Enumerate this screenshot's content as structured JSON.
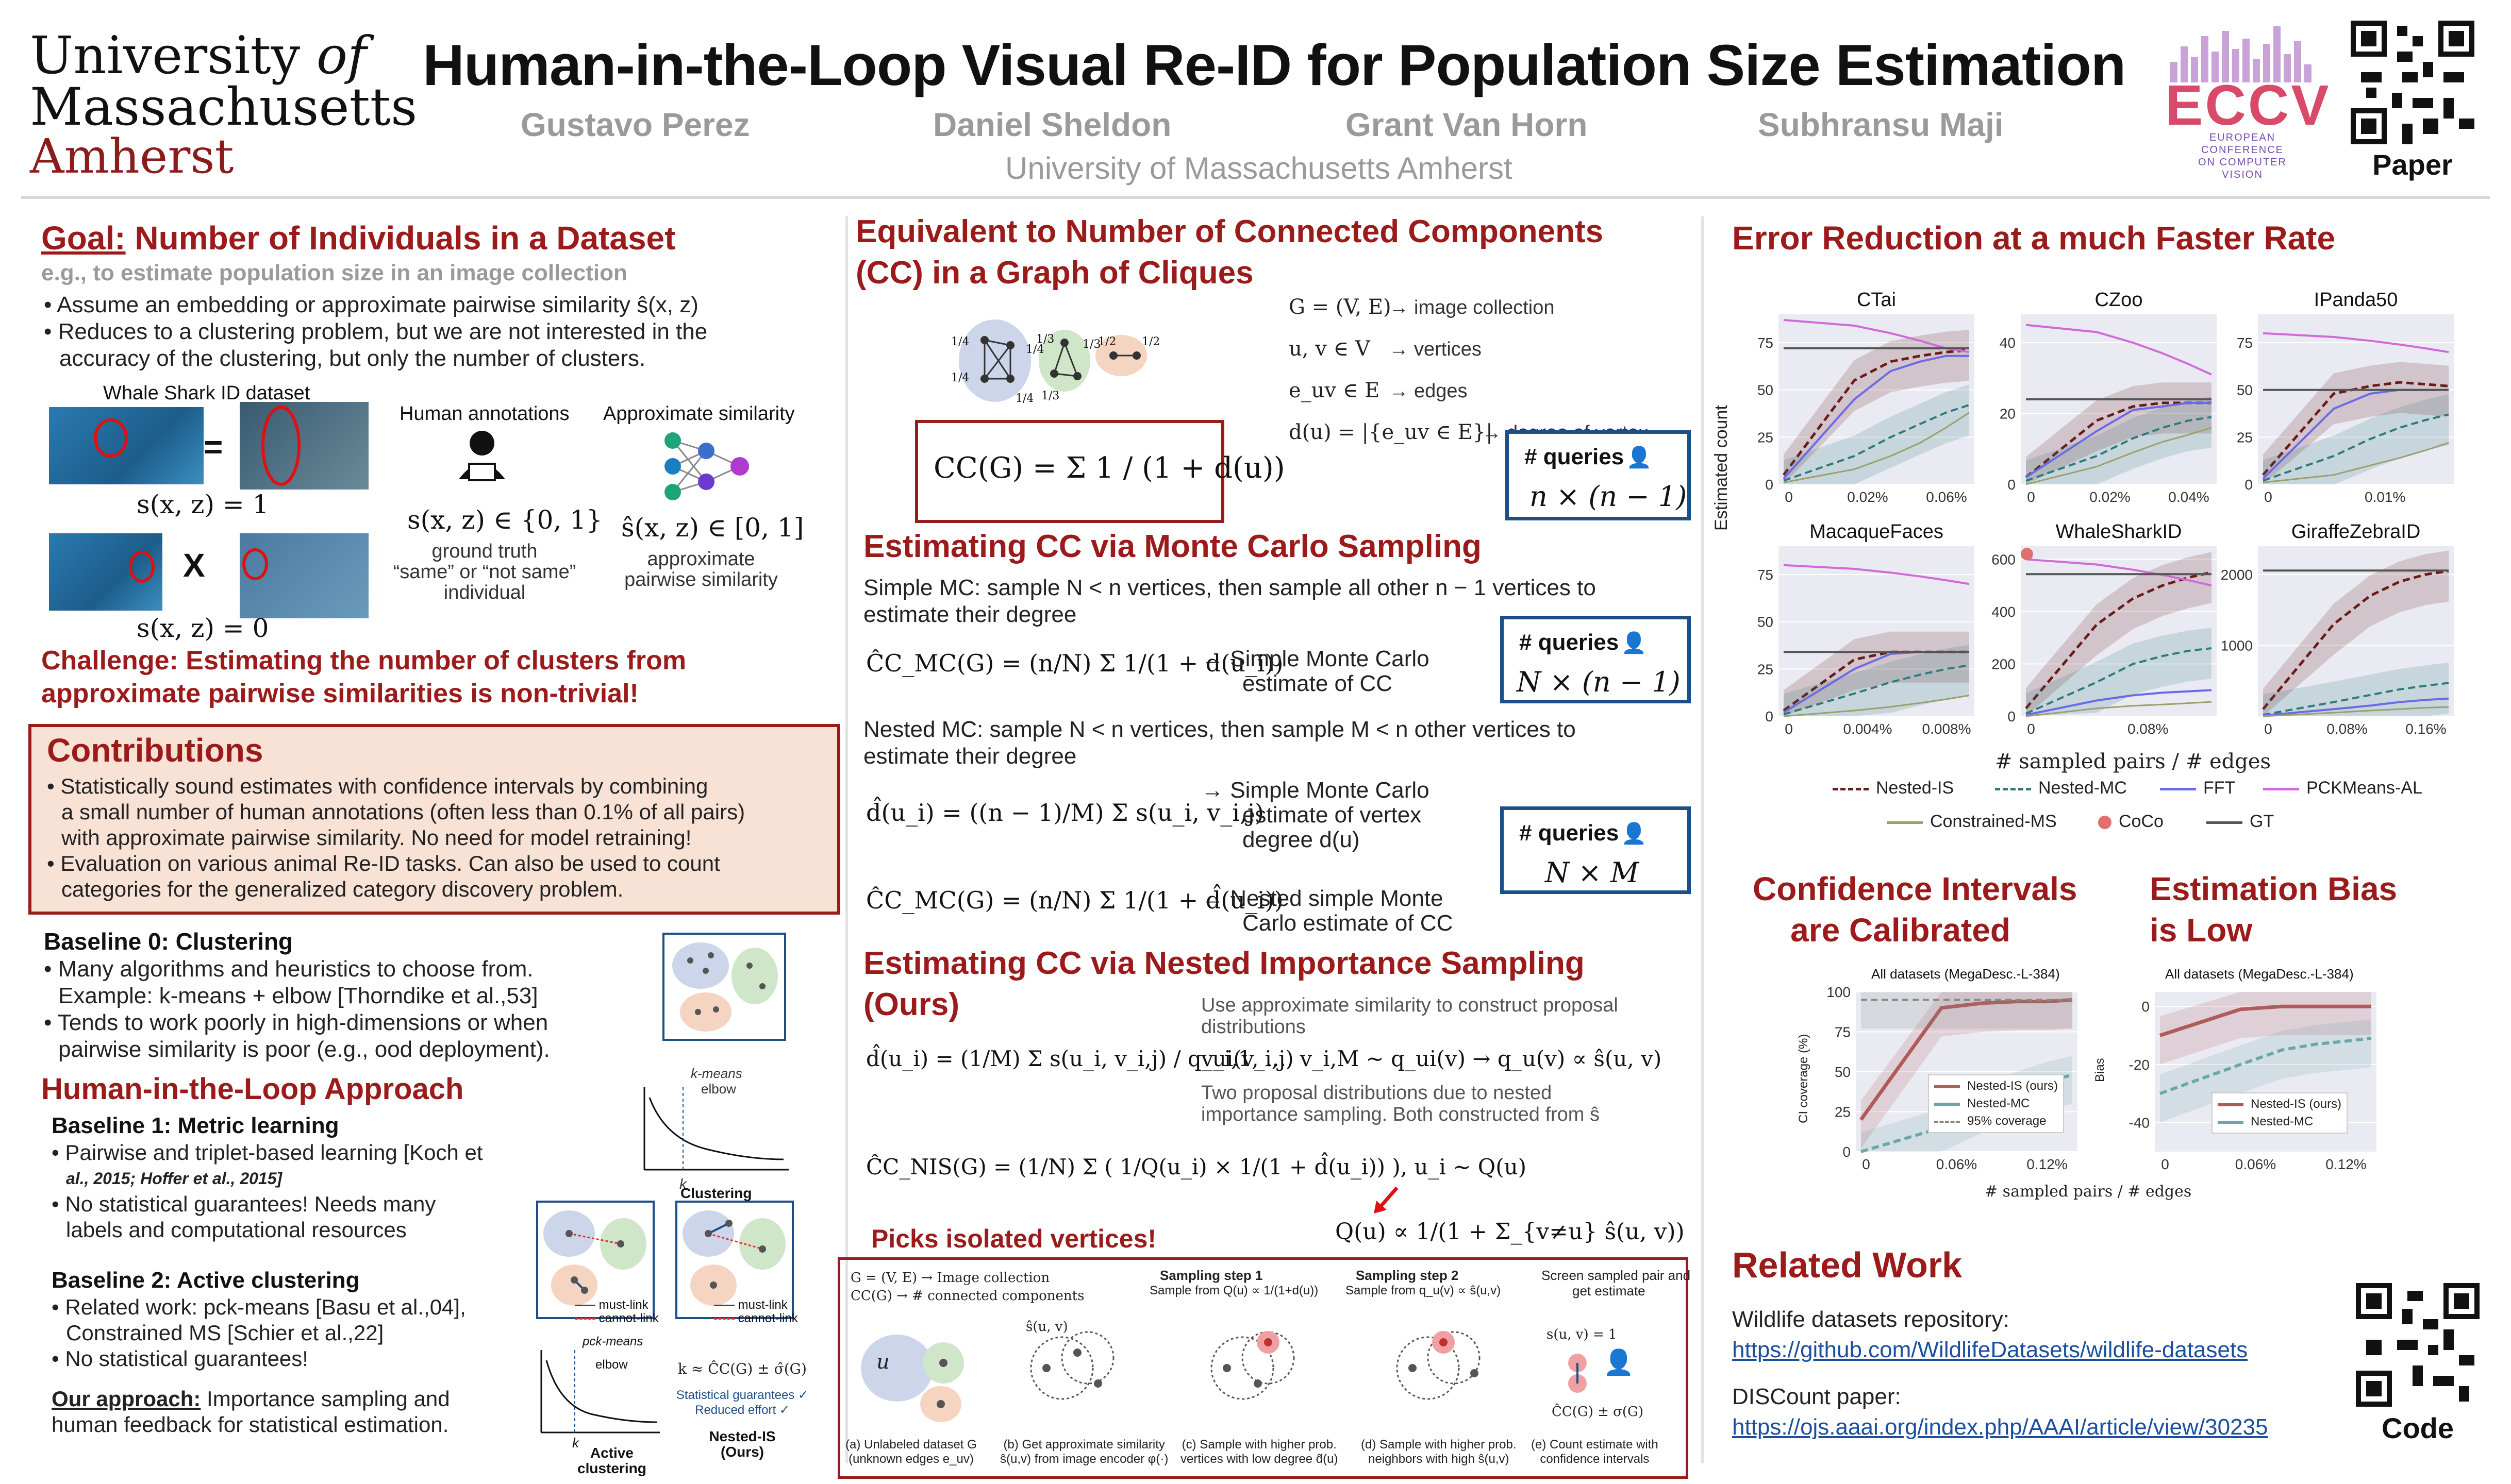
{
  "header": {
    "title": "Human-in-the-Loop Visual Re-ID for Population Size Estimation",
    "authors": [
      "Gustavo Perez",
      "Daniel Sheldon",
      "Grant Van Horn",
      "Subhransu Maji"
    ],
    "affiliation": "University of Massachusetts Amherst",
    "logo_line1": "University",
    "logo_of": "of",
    "logo_line2": "Massachusetts",
    "logo_line3": "Amherst",
    "eccv_title": "ECCV",
    "eccv_sub": [
      "EUROPEAN",
      "CONFERENCE",
      "ON COMPUTER",
      "VISION"
    ],
    "paper_label": "Paper"
  },
  "left": {
    "goal_heading_a": "Goal:",
    "goal_heading_b": " Number of Individuals in a Dataset",
    "goal_sub": "e.g., to estimate population size in an image collection",
    "goal_bullets": [
      "• Assume an embedding or approximate pairwise similarity ŝ(x, z)",
      "• Reduces to a clustering problem, but we are not interested in the",
      "accuracy of the clustering, but only the number of clusters."
    ],
    "whale_label": "Whale Shark ID dataset",
    "eq_same": "s(x, z) = 1",
    "eq_diff": "s(x, z) = 0",
    "human_annot": "Human annotations",
    "approx_sim": "Approximate similarity",
    "human_eq": "s(x, z) ∈ {0, 1}",
    "human_caption": [
      "ground truth",
      "“same” or “not same”",
      "individual"
    ],
    "approx_eq": "ŝ(x, z) ∈ [0, 1]",
    "approx_caption": [
      "approximate",
      "pairwise similarity"
    ],
    "challenge": [
      "Challenge: Estimating the number of clusters from",
      "approximate pairwise similarities is non-trivial!"
    ],
    "contrib_title": "Contributions",
    "contrib_lines": [
      "• Statistically sound estimates with confidence intervals by combining",
      "a small number of human annotations (often less than 0.1% of all pairs)",
      "with approximate pairwise similarity. No need for model retraining!",
      "• Evaluation on various animal Re-ID tasks. Can also be used to count",
      "categories for the generalized category discovery problem."
    ],
    "baseline0_title": "Baseline 0: Clustering",
    "baseline0_lines": [
      "• Many algorithms and heuristics to choose from.",
      "Example: k-means + elbow [Thorndike et al.,53]",
      "• Tends to work poorly in high-dimensions or when",
      "pairwise similarity is poor (e.g., ood deployment)."
    ],
    "hitl_title": "Human-in-the-Loop Approach",
    "baseline1_title": "Baseline 1: Metric learning",
    "baseline1_lines": [
      "• Pairwise and triplet-based learning [Koch et",
      "al., 2015; Hoffer et al., 2015]",
      "• No statistical guarantees! Needs many",
      "labels and computational resources"
    ],
    "baseline2_title": "Baseline 2: Active clustering",
    "baseline2_lines": [
      "• Related work: pck-means [Basu et al.,04],",
      "Constrained MS [Schier et al.,22]",
      "• No statistical guarantees!"
    ],
    "approach_a": "Our approach:",
    "approach_b": " Importance sampling and",
    "approach_c": "human feedback for statistical estimation.",
    "fig_kmeans": "k-means",
    "fig_elbow": "elbow",
    "fig_k": "k",
    "fig_clustering": "Clustering",
    "fig_mustlink": "must-link",
    "fig_cannotlink": "cannot-link",
    "fig_pckmeans": "pck-means",
    "fig_active": [
      "Active",
      "clustering"
    ],
    "fig_nested": [
      "Nested-IS",
      "(Ours)"
    ],
    "fig_estimate": "k ≈ ĈC(G) ± σ̂(G)",
    "fig_guar": "Statistical guarantees ✓",
    "fig_effort": "Reduced effort ✓"
  },
  "middle": {
    "cc_title": [
      "Equivalent to Number of Connected Components",
      "(CC) in a Graph of Cliques"
    ],
    "defs": [
      {
        "sym": "G = (V, E)",
        "desc": "→ image collection"
      },
      {
        "sym": "u, v ∈ V",
        "desc": "→ vertices"
      },
      {
        "sym": "e_uv ∈ E",
        "desc": "→ edges"
      },
      {
        "sym": "d(u) = |{e_uv ∈ E}|",
        "desc": "→ degree of vertex"
      }
    ],
    "cc_eq": "CC(G) = Σ 1 / (1 + d(u))",
    "queries_label": "# queries",
    "queries1": "n × (n − 1)",
    "mc_title": "Estimating CC via Monte Carlo Sampling",
    "simple_mc": [
      "Simple MC: sample N < n vertices, then sample all other n − 1 vertices to",
      "estimate their degree"
    ],
    "simple_mc_eq": "ĈC_MC(G) = (n/N) Σ 1/(1 + d(u_i))",
    "simple_mc_desc": [
      "→  Simple Monte Carlo",
      "estimate of CC"
    ],
    "queries2": "N × (n − 1)",
    "nested_mc": [
      "Nested MC: sample N < n vertices, then sample M < n other vertices to",
      "estimate their degree"
    ],
    "nested_deg_eq": "d̂(u_i) = ((n − 1)/M) Σ s(u_i, v_i,j)",
    "nested_deg_desc": [
      "→  Simple Monte Carlo",
      "estimate of vertex",
      "degree  d(u)"
    ],
    "queries3": "N × M",
    "nested_mc_eq": "ĈC_MC(G) = (n/N) Σ 1/(1 + d̂(u_i))",
    "nested_mc_desc": [
      "→  Nested simple Monte",
      "Carlo estimate of CC"
    ],
    "nis_title": [
      "Estimating CC via Nested Importance Sampling",
      "(Ours)"
    ],
    "nis_note1": [
      "Use approximate similarity to construct proposal",
      "distributions"
    ],
    "nis_note2": [
      "Two proposal distributions due to nested",
      "importance sampling. Both constructed from ŝ"
    ],
    "nis_deg_eq": "d̂(u_i) = (1/M) Σ s(u_i, v_i,j) / q_ui(v_i,j)",
    "nis_samp_eq": "v_i,1, ..., v_i,M ~ q_ui(v) → q_u(v) ∝ ŝ(u, v)",
    "nis_cc_eq": "ĈC_NIS(G) = (1/N) Σ ( 1/Q(u_i) × 1/(1 + d̂(u_i)) ),  u_i ~ Q(u)",
    "nis_q_eq": "Q(u) ∝ 1/(1 + Σ_{v≠u} ŝ(u, v))",
    "picks": "Picks isolated vertices!",
    "diag_defs": [
      "G = (V, E) → Image collection",
      "CC(G) → # connected components"
    ],
    "diag_steps": [
      {
        "title": "Sampling step 1",
        "sub": "Sample from Q(u) ∝ 1/(1+d(u))"
      },
      {
        "title": "Sampling step 2",
        "sub": "Sample from q_u(v) ∝ ŝ(u,v)"
      },
      {
        "title": "Screen sampled pair and",
        "sub": "get estimate"
      }
    ],
    "diag_caps": [
      [
        "(a) Unlabeled dataset G",
        "(unknown edges e_uv)"
      ],
      [
        "(b) Get approximate similarity",
        "ŝ(u,v) from image encoder φ(·)"
      ],
      [
        "(c) Sample with higher prob.",
        "vertices with low degree d̂(u)"
      ],
      [
        "(d) Sample with higher prob.",
        "neighbors with high ŝ(u,v)"
      ],
      [
        "(e) Count estimate with",
        "confidence intervals"
      ]
    ],
    "diag_u": "u",
    "diag_suv": "ŝ(u, v)",
    "diag_s1": "s(u, v) = 1",
    "diag_est": "ĈC(G) ± σ(G)"
  },
  "right": {
    "err_title": "Error Reduction at a much Faster Rate",
    "ylabel": "Estimated count",
    "xlabel": "# sampled pairs / # edges",
    "legend": [
      "Nested-IS",
      "Nested-MC",
      "FFT",
      "PCKMeans-AL",
      "Constrained-MS",
      "CoCo",
      "GT"
    ],
    "ci_title": [
      "Confidence Intervals",
      "are Calibrated"
    ],
    "bias_title": [
      "Estimation Bias",
      "is Low"
    ],
    "all_datasets": "All datasets (MegaDesc.-L-384)",
    "ci_ylabel": "CI coverage (%)",
    "bias_ylabel": "Bias",
    "small_xlabel": "# sampled pairs / # edges",
    "ci_legend": [
      "Nested-IS (ours)",
      "Nested-MC",
      "95% coverage"
    ],
    "bias_legend": [
      "Nested-IS (ours)",
      "Nested-MC"
    ],
    "related_title": "Related Work",
    "related_1": "Wildlife datasets repository:",
    "related_1_link": "https://github.com/WildlifeDatasets/wildlife-datasets",
    "related_2": "DISCount paper:",
    "related_2_link": "https://ojs.aaai.org/index.php/AAAI/article/view/30235",
    "code_label": "Code"
  },
  "chart_data": [
    {
      "type": "line",
      "title": "CTai",
      "ylabel": "Estimated count",
      "xlabel": "# sampled pairs / # edges",
      "x_ticks": [
        "0",
        "0.02%",
        "0.06%"
      ],
      "y_ticks": [
        0,
        25,
        50,
        75
      ],
      "ylim": [
        0,
        90
      ],
      "series": [
        {
          "name": "Nested-IS",
          "values": [
            5,
            55,
            65,
            68,
            70,
            71
          ]
        },
        {
          "name": "Nested-MC",
          "values": [
            2,
            15,
            25,
            32,
            38,
            42
          ]
        },
        {
          "name": "FFT",
          "values": [
            3,
            45,
            60,
            65,
            68,
            68
          ]
        },
        {
          "name": "PCKMeans-AL",
          "values": [
            87,
            84,
            80,
            76,
            72,
            70
          ]
        },
        {
          "name": "Constrained-MS",
          "values": [
            1,
            8,
            15,
            22,
            30,
            38
          ]
        },
        {
          "name": "GT",
          "values": [
            72,
            72,
            72,
            72,
            72,
            72
          ]
        }
      ]
    },
    {
      "type": "line",
      "title": "CZoo",
      "x_ticks": [
        "0",
        "0.02%",
        "0.04%"
      ],
      "y_ticks": [
        0,
        20,
        40
      ],
      "ylim": [
        0,
        48
      ],
      "series": [
        {
          "name": "Nested-IS",
          "values": [
            2,
            18,
            22,
            23,
            23,
            23
          ]
        },
        {
          "name": "Nested-MC",
          "values": [
            1,
            8,
            13,
            16,
            18,
            19
          ]
        },
        {
          "name": "FFT",
          "values": [
            2,
            15,
            21,
            22,
            23,
            23
          ]
        },
        {
          "name": "PCKMeans-AL",
          "values": [
            45,
            43,
            40,
            37,
            34,
            31
          ]
        },
        {
          "name": "Constrained-MS",
          "values": [
            0,
            5,
            9,
            12,
            14,
            16
          ]
        },
        {
          "name": "GT",
          "values": [
            24,
            24,
            24,
            24,
            24,
            24
          ]
        }
      ]
    },
    {
      "type": "line",
      "title": "IPanda50",
      "x_ticks": [
        "0",
        "0.01%"
      ],
      "y_ticks": [
        0,
        25,
        50,
        75
      ],
      "ylim": [
        0,
        90
      ],
      "series": [
        {
          "name": "Nested-IS",
          "values": [
            5,
            48,
            52,
            54,
            53,
            52
          ]
        },
        {
          "name": "Nested-MC",
          "values": [
            2,
            15,
            24,
            30,
            34,
            37
          ]
        },
        {
          "name": "FFT",
          "values": [
            3,
            40,
            48,
            50,
            50,
            50
          ]
        },
        {
          "name": "PCKMeans-AL",
          "values": [
            80,
            78,
            76,
            74,
            72,
            70
          ]
        },
        {
          "name": "Constrained-MS",
          "values": [
            1,
            5,
            10,
            14,
            18,
            22
          ]
        },
        {
          "name": "GT",
          "values": [
            50,
            50,
            50,
            50,
            50,
            50
          ]
        }
      ]
    },
    {
      "type": "line",
      "title": "MacaqueFaces",
      "x_ticks": [
        "0",
        "0.004%",
        "0.008%"
      ],
      "y_ticks": [
        0,
        25,
        50,
        75
      ],
      "ylim": [
        0,
        90
      ],
      "series": [
        {
          "name": "Nested-IS",
          "values": [
            3,
            30,
            34,
            34,
            34,
            34
          ]
        },
        {
          "name": "Nested-MC",
          "values": [
            1,
            12,
            18,
            22,
            25,
            27
          ]
        },
        {
          "name": "FFT",
          "values": [
            2,
            25,
            33,
            34,
            34,
            34
          ]
        },
        {
          "name": "PCKMeans-AL",
          "values": [
            80,
            78,
            76,
            74,
            72,
            70
          ]
        },
        {
          "name": "Constrained-MS",
          "values": [
            0,
            3,
            5,
            7,
            9,
            11
          ]
        },
        {
          "name": "GT",
          "values": [
            34,
            34,
            34,
            34,
            34,
            34
          ]
        }
      ]
    },
    {
      "type": "line",
      "title": "WhaleSharkID",
      "x_ticks": [
        "0",
        "0.08%"
      ],
      "y_ticks": [
        0,
        200,
        400,
        600
      ],
      "ylim": [
        0,
        650
      ],
      "series": [
        {
          "name": "Nested-IS",
          "values": [
            30,
            350,
            450,
            500,
            530,
            550
          ]
        },
        {
          "name": "Nested-MC",
          "values": [
            10,
            130,
            200,
            230,
            250,
            260
          ]
        },
        {
          "name": "FFT",
          "values": [
            5,
            60,
            80,
            90,
            95,
            100
          ]
        },
        {
          "name": "PCKMeans-AL",
          "values": [
            600,
            580,
            560,
            540,
            520,
            500
          ]
        },
        {
          "name": "Constrained-MS",
          "values": [
            0,
            30,
            40,
            45,
            50,
            55
          ]
        },
        {
          "name": "CoCo",
          "values": [
            620
          ]
        },
        {
          "name": "GT",
          "values": [
            543,
            543,
            543,
            543,
            543,
            543
          ]
        }
      ]
    },
    {
      "type": "line",
      "title": "GiraffeZebraID",
      "x_ticks": [
        "0",
        "0.08%",
        "0.16%"
      ],
      "y_ticks": [
        1000,
        2000
      ],
      "ylim": [
        0,
        2400
      ],
      "series": [
        {
          "name": "Nested-IS",
          "values": [
            100,
            1300,
            1700,
            1900,
            2000,
            2050
          ]
        },
        {
          "name": "Nested-MC",
          "values": [
            20,
            200,
            300,
            380,
            430,
            470
          ]
        },
        {
          "name": "FFT",
          "values": [
            10,
            100,
            150,
            200,
            230,
            250
          ]
        },
        {
          "name": "Constrained-MS",
          "values": [
            0,
            50,
            80,
            100,
            120,
            130
          ]
        },
        {
          "name": "GT",
          "values": [
            2056,
            2056,
            2056,
            2056,
            2056,
            2056
          ]
        }
      ]
    },
    {
      "type": "line",
      "title": "All datasets (MegaDesc.-L-384)",
      "ylabel": "CI coverage (%)",
      "xlabel": "# sampled pairs / # edges",
      "x_ticks": [
        "0",
        "0.06%",
        "0.12%"
      ],
      "y_ticks": [
        0,
        25,
        50,
        75,
        100
      ],
      "ylim": [
        0,
        100
      ],
      "series": [
        {
          "name": "Nested-IS (ours)",
          "values": [
            20,
            90,
            93,
            94,
            94,
            95
          ]
        },
        {
          "name": "Nested-MC",
          "values": [
            0,
            15,
            30,
            38,
            44,
            48
          ]
        },
        {
          "name": "95% coverage",
          "values": [
            95,
            95,
            95,
            95,
            95,
            95
          ]
        }
      ]
    },
    {
      "type": "line",
      "title": "All datasets (MegaDesc.-L-384)",
      "ylabel": "Bias",
      "xlabel": "# sampled pairs / # edges",
      "x_ticks": [
        "0",
        "0.06%",
        "0.12%"
      ],
      "y_ticks": [
        0,
        -20,
        -40
      ],
      "ylim": [
        -50,
        5
      ],
      "series": [
        {
          "name": "Nested-IS (ours)",
          "values": [
            -10,
            -1,
            0,
            0,
            0,
            0
          ]
        },
        {
          "name": "Nested-MC",
          "values": [
            -30,
            -20,
            -15,
            -13,
            -12,
            -11
          ]
        }
      ]
    }
  ],
  "colors": {
    "accent": "#9b1b1b",
    "navy": "#1c4f87",
    "nested_is": "#6b1a1a",
    "nested_mc": "#2c7a7a",
    "fft": "#6a6ae8",
    "pckmeans": "#d06ad8",
    "cms": "#9aa06a",
    "coco": "#e07070",
    "gt": "#555555",
    "ci_is": "#b05a5a",
    "ci_mc": "#6aa8a8"
  }
}
